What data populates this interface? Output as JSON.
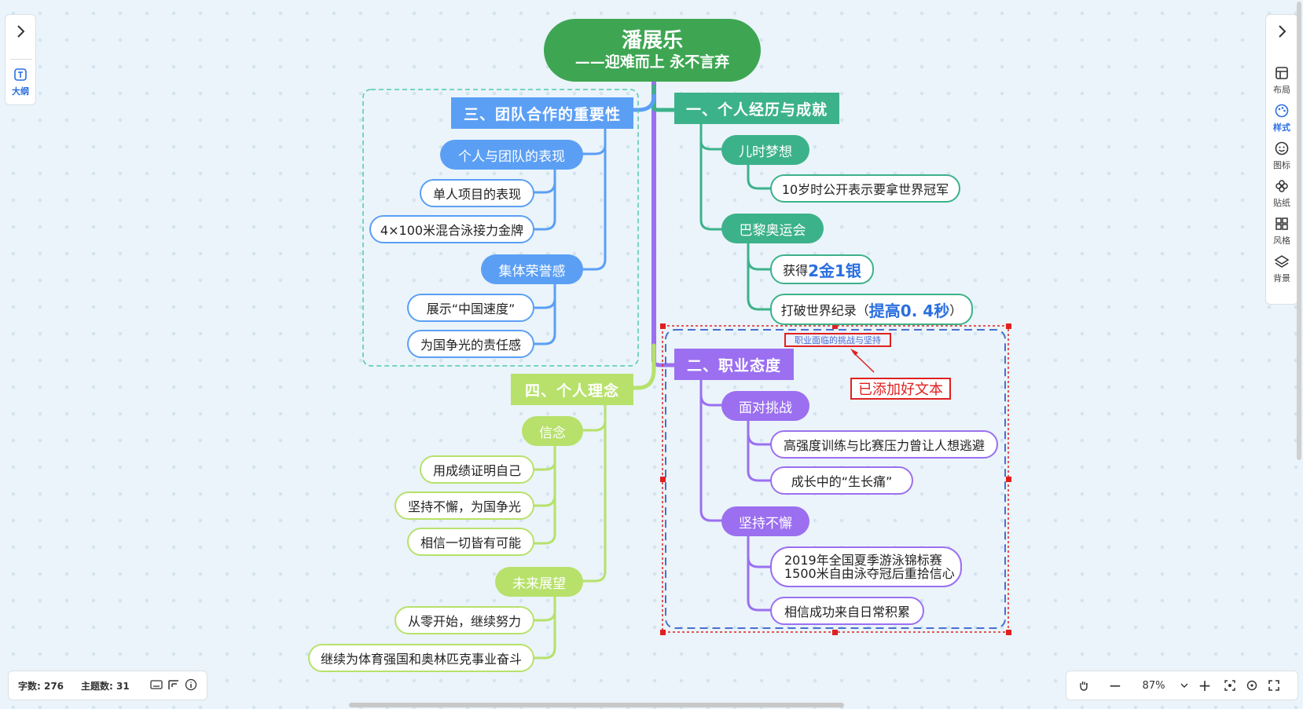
{
  "root": {
    "title": "潘展乐",
    "subtitle": "——迎难而上 永不言弃"
  },
  "b1": {
    "title": "一、个人经历与成就",
    "s1": "儿时梦想",
    "s1_l1": "10岁时公开表示要拿世界冠军",
    "s2": "巴黎奥运会",
    "s2_l1_pre": "获得",
    "s2_l1_em": "2金1银",
    "s2_l2_pre": "打破世界纪录（",
    "s2_l2_em": "提高0. 4秒",
    "s2_l2_post": "）"
  },
  "b2": {
    "title": "二、职业态度",
    "callout": "职业面临的挑战与坚持",
    "s1": "面对挑战",
    "s1_l1": "高强度训练与比赛压力曾让人想逃避",
    "s1_l2": "成长中的“生长痛”",
    "s2": "坚持不懈",
    "s2_l1a": "2019年全国夏季游泳锦标赛",
    "s2_l1b": "1500米自由泳夺冠后重拾信心",
    "s2_l2": "相信成功来自日常积累"
  },
  "b3": {
    "title": "三、团队合作的重要性",
    "s1": "个人与团队的表现",
    "s1_l1": "单人项目的表现",
    "s1_l2": "4×100米混合泳接力金牌",
    "s2": "集体荣誉感",
    "s2_l1": "展示“中国速度”",
    "s2_l2": "为国争光的责任感"
  },
  "b4": {
    "title": "四、个人理念",
    "s1": "信念",
    "s1_l1": "用成绩证明自己",
    "s1_l2": "坚持不懈，为国争光",
    "s1_l3": "相信一切皆有可能",
    "s2": "未来展望",
    "s2_l1": "从零开始，继续努力",
    "s2_l2": "继续为体育强国和奥林匹克事业奋斗"
  },
  "annotation": "已添加好文本",
  "left_panel": {
    "outline": "大纲"
  },
  "right_panel": {
    "layout": "布局",
    "style": "样式",
    "icon": "图标",
    "sticker": "贴纸",
    "theme": "风格",
    "background": "背景"
  },
  "status": {
    "words": "字数: 276",
    "topics": "主题数: 31"
  },
  "zoom": {
    "level": "87%"
  },
  "colors": {
    "root": "#3ea653",
    "b1": "#3cb28a",
    "b2": "#9b6ff0",
    "b3": "#5b9ff5",
    "b4": "#b7e16b",
    "annotation": "#e02020"
  }
}
